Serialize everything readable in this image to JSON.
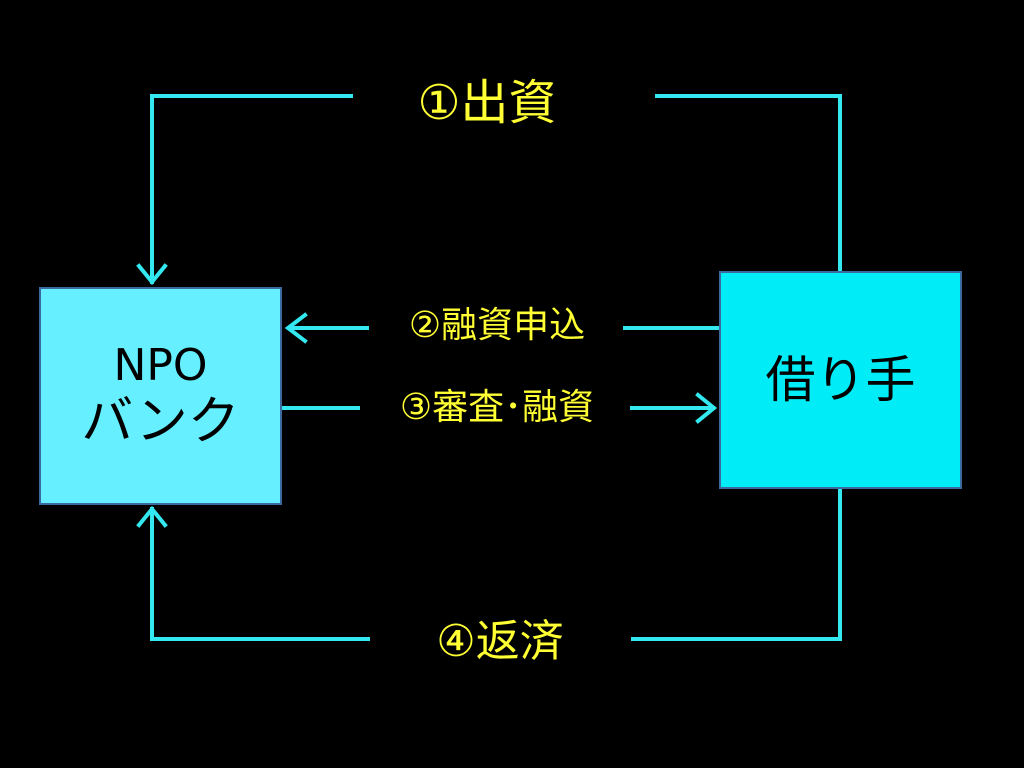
{
  "nodes": {
    "npo_bank": {
      "line1": "NPO",
      "line2": "バンク"
    },
    "borrower": {
      "label": "借り手"
    }
  },
  "edges": {
    "investment": "①出資",
    "loan_application": "②融資申込",
    "review_financing": "③審査･融資",
    "repayment": "④返済"
  },
  "colors": {
    "background": "#000000",
    "connector": "#33e8f0",
    "label_text": "#ffff33",
    "npo_box_fill": "#66f0ff",
    "borrower_box_fill": "#00ecf6",
    "box_border": "#3c6aa0"
  }
}
